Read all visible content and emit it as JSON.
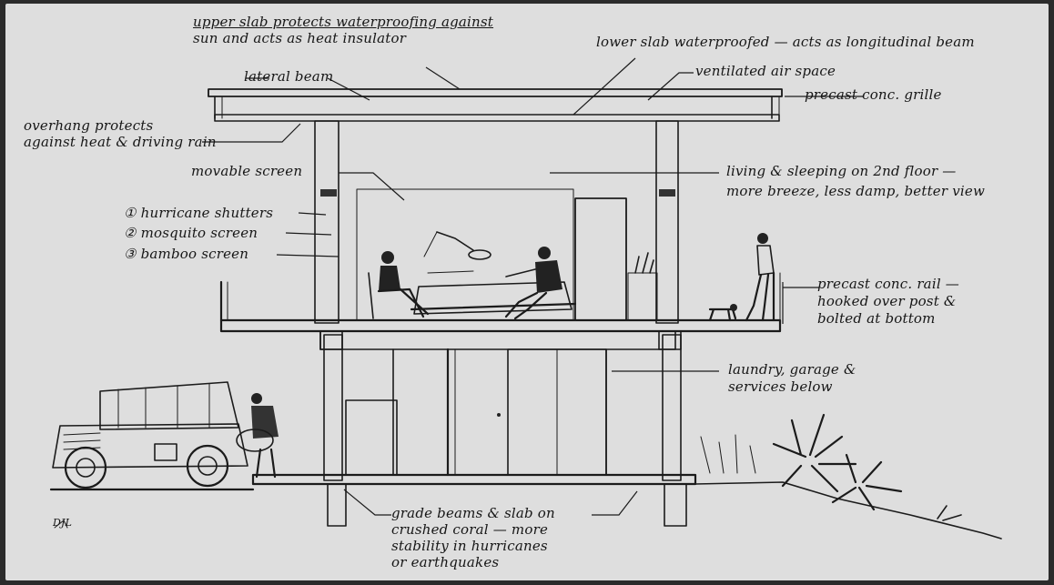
{
  "labels": {
    "upper_slab_1": "upper slab protects waterproofing against",
    "upper_slab_2": "sun and acts as heat insulator",
    "lower_slab": "lower slab waterproofed — acts as longitudinal beam",
    "lateral_beam": "lateral beam",
    "ventilated": "ventilated air space",
    "grille": "precast conc. grille",
    "overhang_1": "overhang protects",
    "overhang_2": "against heat & driving rain",
    "movable_screen": "movable screen",
    "living_1": "living & sleeping on 2nd floor —",
    "living_2": "more breeze, less damp, better view",
    "hurricane": "① hurricane shutters",
    "mosquito": "② mosquito screen",
    "bamboo": "③ bamboo screen",
    "rail_1": "precast conc. rail —",
    "rail_2": "hooked over post &",
    "rail_3": "bolted at bottom",
    "laundry_1": "laundry, garage &",
    "laundry_2": "services below",
    "grade_1": "grade beams & slab on",
    "grade_2": "crushed coral — more",
    "grade_3": "stability in hurricanes",
    "grade_4": "or earthquakes",
    "signature": "DJL"
  }
}
